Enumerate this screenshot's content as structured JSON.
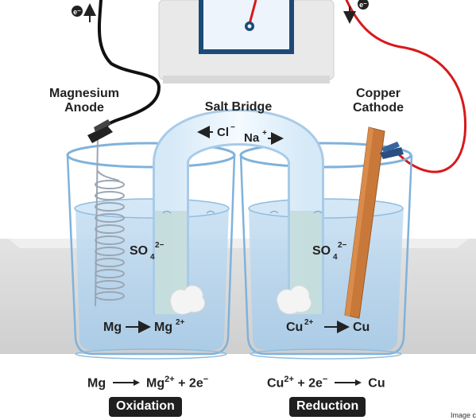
{
  "voltmeter": {
    "electron_left": "e⁻",
    "electron_right": "e⁻"
  },
  "anode": {
    "line1": "Magnesium",
    "line2": "Anode"
  },
  "cathode": {
    "line1": "Copper",
    "line2": "Cathode"
  },
  "salt_bridge": {
    "title": "Salt Bridge",
    "anion": "Cl",
    "anion_charge": "−",
    "cation": "Na",
    "cation_charge": "+"
  },
  "left_beaker": {
    "ion": "SO",
    "ion_sub": "4",
    "ion_charge": "2−",
    "reaction_from": "Mg",
    "reaction_to": "Mg",
    "reaction_to_charge": "2+"
  },
  "right_beaker": {
    "ion": "SO",
    "ion_sub": "4",
    "ion_charge": "2−",
    "reaction_from": "Cu",
    "reaction_from_charge": "2+",
    "reaction_to": "Cu"
  },
  "half_reactions": {
    "oxidation": {
      "reactant": "Mg",
      "product": "Mg",
      "product_charge": "2+",
      "electrons": "+ 2e",
      "electron_charge": "−",
      "label": "Oxidation"
    },
    "reduction": {
      "reactant": "Cu",
      "reactant_charge": "2+",
      "electrons": "+ 2e",
      "electron_charge": "−",
      "product": "Cu",
      "label": "Reduction"
    }
  },
  "credit": "Image c",
  "colors": {
    "solution": "#b9d7ee",
    "glass": "#7fb2dc",
    "copper": "#c8793a",
    "red_wire": "#d7191c",
    "black_wire": "#111111",
    "badge": "#1f1f1f"
  }
}
